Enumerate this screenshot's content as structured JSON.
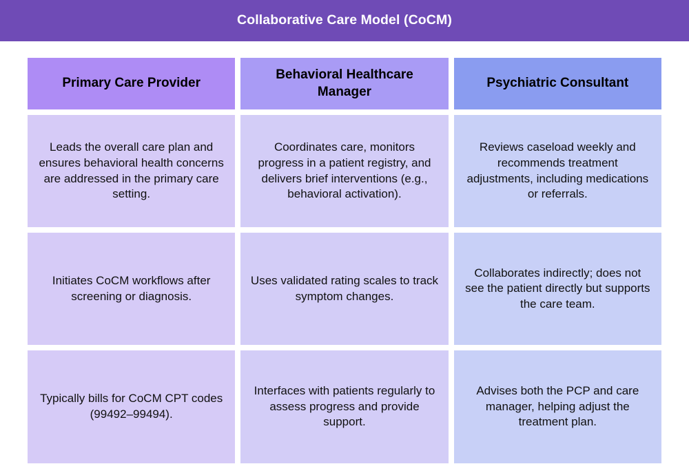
{
  "header": {
    "title": "Collaborative Care Model (CoCM)",
    "background_color": "#6f4bb6",
    "text_color": "#ffffff"
  },
  "table": {
    "columns": [
      {
        "label": "Primary Care Provider",
        "header_color": "#ae8cf5",
        "body_color": "#d6cbf7"
      },
      {
        "label": "Behavioral Healthcare Manager",
        "header_color": "#a99bf5",
        "body_color": "#d3cdf7"
      },
      {
        "label": "Psychiatric Consultant",
        "header_color": "#8a9cf0",
        "body_color": "#c8d0f7"
      }
    ],
    "rows": [
      {
        "cells": [
          "Leads the overall care plan and ensures behavioral health concerns are addressed in the primary care setting.",
          "Coordinates care, monitors progress in a patient registry, and delivers brief interventions (e.g., behavioral activation).",
          "Reviews caseload weekly and recommends treatment adjustments, including medications or referrals."
        ]
      },
      {
        "cells": [
          "Initiates CoCM workflows after screening or diagnosis.",
          "Uses validated rating scales to track symptom changes.",
          "Collaborates indirectly; does not see the patient directly but supports the care team."
        ]
      },
      {
        "cells": [
          "Typically bills for CoCM CPT codes (99492–99494).",
          "Interfaces with patients regularly to assess progress and provide support.",
          "Advises both the PCP and care manager, helping adjust the treatment plan."
        ]
      }
    ]
  }
}
